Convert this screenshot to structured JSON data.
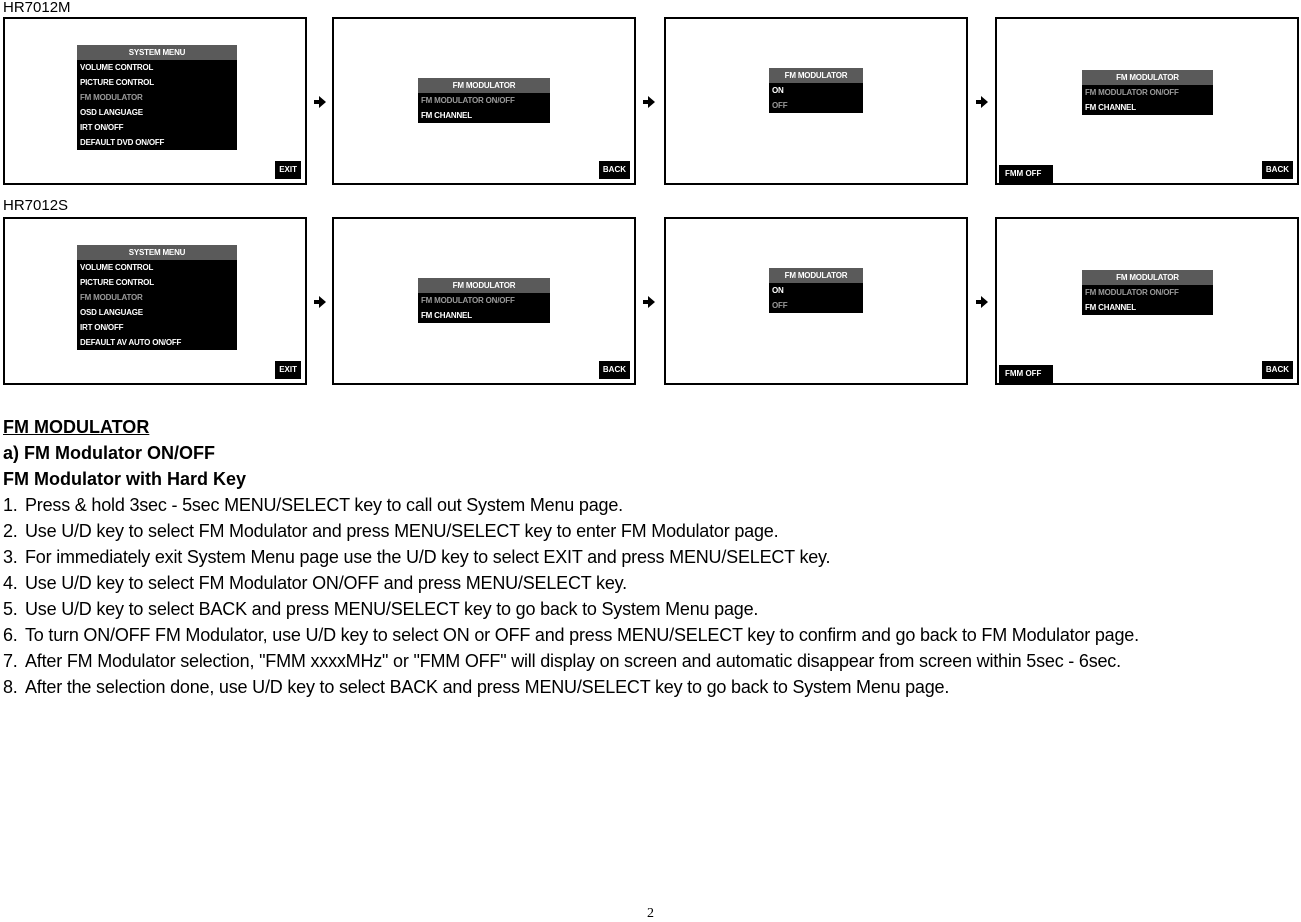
{
  "rows": [
    {
      "model": "HR7012M",
      "screens": [
        {
          "menu_title": "SYSTEM MENU",
          "items": [
            {
              "label": "VOLUME CONTROL",
              "selected": false
            },
            {
              "label": "PICTURE CONTROL",
              "selected": false
            },
            {
              "label": "FM MODULATOR",
              "selected": true
            },
            {
              "label": "OSD LANGUAGE",
              "selected": false
            },
            {
              "label": "IRT ON/OFF",
              "selected": false
            },
            {
              "label": "DEFAULT DVD ON/OFF",
              "selected": false
            }
          ],
          "button": "EXIT"
        },
        {
          "menu_title": "FM MODULATOR",
          "items": [
            {
              "label": "FM MODULATOR ON/OFF",
              "selected": true
            },
            {
              "label": "FM CHANNEL",
              "selected": false
            }
          ],
          "button": "BACK"
        },
        {
          "menu_title": "FM MODULATOR",
          "items": [
            {
              "label": "ON",
              "selected": false
            },
            {
              "label": "OFF",
              "selected": true
            }
          ]
        },
        {
          "menu_title": "FM MODULATOR",
          "items": [
            {
              "label": "FM MODULATOR ON/OFF",
              "selected": true
            },
            {
              "label": "FM CHANNEL",
              "selected": false
            }
          ],
          "status": "FMM OFF",
          "button": "BACK"
        }
      ]
    },
    {
      "model": "HR7012S",
      "screens": [
        {
          "menu_title": "SYSTEM MENU",
          "items": [
            {
              "label": "VOLUME CONTROL",
              "selected": false
            },
            {
              "label": "PICTURE CONTROL",
              "selected": false
            },
            {
              "label": "FM MODULATOR",
              "selected": true
            },
            {
              "label": "OSD LANGUAGE",
              "selected": false
            },
            {
              "label": "IRT ON/OFF",
              "selected": false
            },
            {
              "label": "DEFAULT AV AUTO ON/OFF",
              "selected": false
            }
          ],
          "button": "EXIT"
        },
        {
          "menu_title": "FM MODULATOR",
          "items": [
            {
              "label": "FM MODULATOR ON/OFF",
              "selected": true
            },
            {
              "label": "FM CHANNEL",
              "selected": false
            }
          ],
          "button": "BACK"
        },
        {
          "menu_title": "FM MODULATOR",
          "items": [
            {
              "label": "ON",
              "selected": false
            },
            {
              "label": "OFF",
              "selected": true
            }
          ]
        },
        {
          "menu_title": "FM MODULATOR",
          "items": [
            {
              "label": "FM MODULATOR ON/OFF",
              "selected": true
            },
            {
              "label": "FM CHANNEL",
              "selected": false
            }
          ],
          "status": "FMM OFF",
          "button": "BACK"
        }
      ]
    }
  ],
  "section": {
    "heading": "FM MODULATOR",
    "subheading_a": "a) FM Modulator ON/OFF",
    "subheading_b": "FM Modulator with Hard Key",
    "steps": [
      {
        "num": "1.",
        "text": "Press & hold 3sec - 5sec MENU/SELECT key to call out System Menu page."
      },
      {
        "num": "2.",
        "text": "Use U/D key to select FM Modulator and press MENU/SELECT key to enter FM Modulator page."
      },
      {
        "num": "3.",
        "text": "For immediately exit System Menu page use the U/D key to select EXIT and press MENU/SELECT key."
      },
      {
        "num": "4.",
        "text": "Use U/D key to select FM Modulator ON/OFF and press MENU/SELECT key."
      },
      {
        "num": "5.",
        "text": "Use U/D key to select BACK and press MENU/SELECT key to go back to System Menu page."
      },
      {
        "num": "6.",
        "text": "To turn ON/OFF FM Modulator, use U/D key to select ON or OFF and press MENU/SELECT key to confirm and go back to FM Modulator page."
      },
      {
        "num": "7.",
        "text": "After FM Modulator selection, \"FMM xxxxMHz\" or \"FMM OFF\" will display on screen and automatic disappear from screen within 5sec - 6sec."
      },
      {
        "num": "8.",
        "text": "After the selection done, use U/D key to select BACK and press MENU/SELECT key to go back to System Menu page."
      }
    ]
  },
  "page_number": "2",
  "colors": {
    "menu_bg": "#000000",
    "menu_title_bg": "#5a5a5a",
    "selected_item": "#9a9a9a"
  }
}
